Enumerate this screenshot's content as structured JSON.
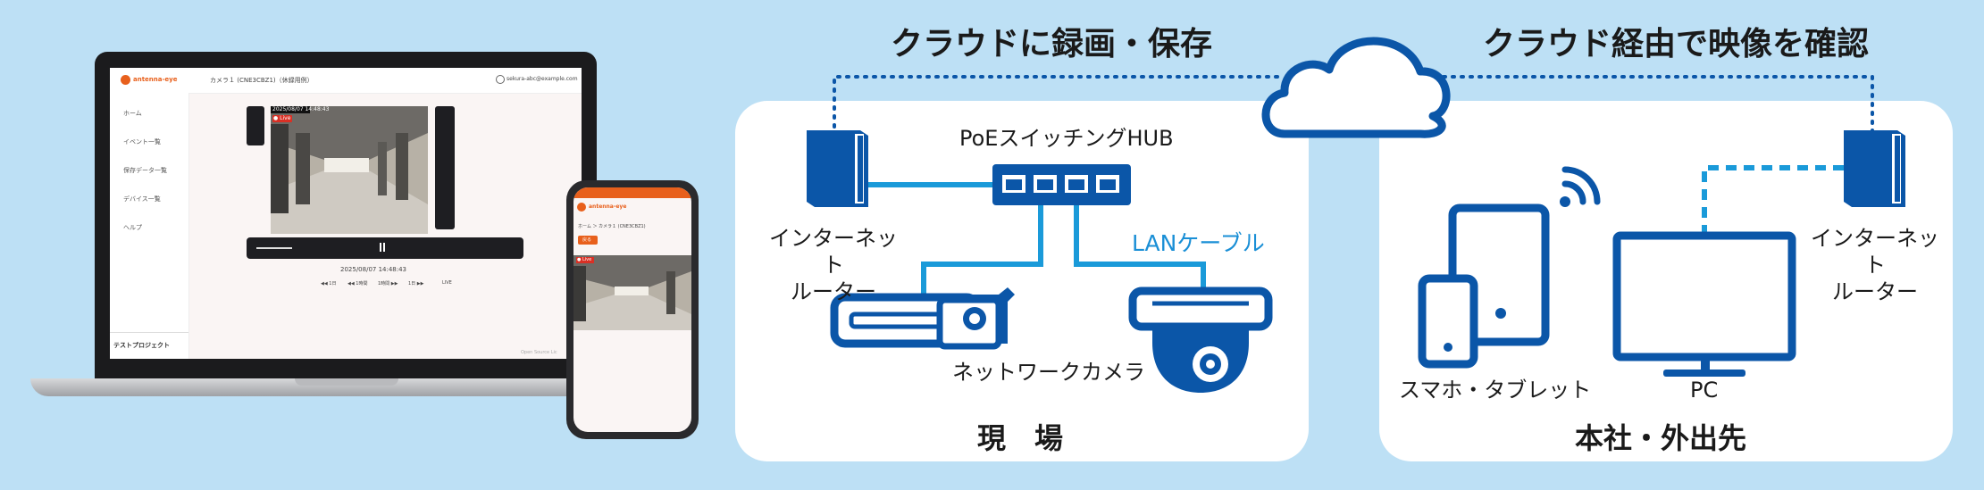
{
  "headings": {
    "left": "クラウドに録画・保存",
    "right": "クラウド経由で映像を確認"
  },
  "site_panel": {
    "title": "現　場",
    "router_label_line1": "インターネット",
    "router_label_line2": "ルーター",
    "hub_label": "PoEスイッチングHUB",
    "cable_label": "LANケーブル",
    "camera_label": "ネットワークカメラ"
  },
  "office_panel": {
    "title": "本社・外出先",
    "router_label_line1": "インターネット",
    "router_label_line2": "ルーター",
    "mobile_label": "スマホ・タブレット",
    "pc_label": "PC"
  },
  "laptop_app": {
    "logo": "antenna-eye",
    "camera_title": "カメラ１ (CNE3CBZ1)（休録用例）",
    "user": "sekura-abc@example.com",
    "nav": [
      "ホーム",
      "イベント一覧",
      "保存データ一覧",
      "デバイス一覧",
      "ヘルプ"
    ],
    "project": "テストプロジェクト",
    "live_badge": "● Live",
    "video_timestamp": "2025/08/07 14:48:43",
    "date_readout": "2025/08/07 14:48:43",
    "range_options": [
      "◀◀ 1日",
      "◀◀ 1時間",
      "1時間 ▶▶",
      "1日 ▶▶",
      "LIVE"
    ],
    "footer": "Open Source Lic"
  },
  "phone_app": {
    "logo": "antenna-eye",
    "breadcrumb": "ホーム ＞ カメラ１ (CNE3CBZ1)",
    "button": "戻る",
    "live_badge": "● Live"
  },
  "colors": {
    "background": "#bde0f5",
    "device_blue": "#0b56a8",
    "cable_cyan": "#1a9ad9",
    "app_accent": "#e8601c"
  }
}
